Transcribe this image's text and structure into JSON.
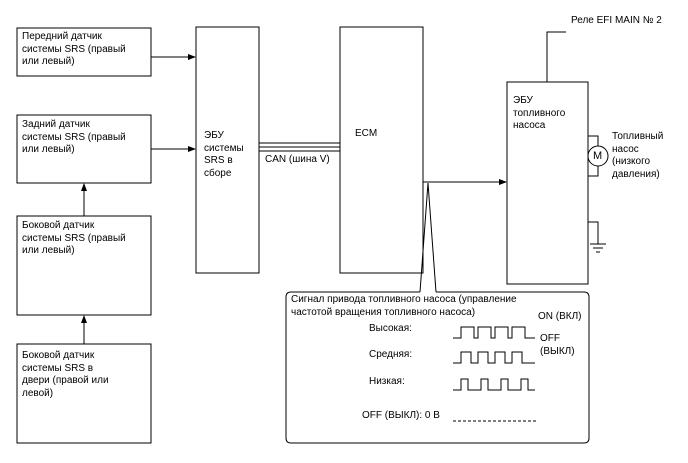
{
  "sensors": {
    "front": "Передний датчик\nсистемы SRS (правый\nили левый)",
    "rear": "Задний датчик\nсистемы SRS (правый\nили левый)",
    "side": "Боковой датчик\nсистемы SRS (правый\nили левый)",
    "door": "Боковой датчик\nсистемы SRS в\nдвери (правой или\nлевой)"
  },
  "srs_ecu": "ЭБУ\nсистемы\nSRS в\nсборе",
  "can_bus": "CAN (шина V)",
  "ecm": "ECM",
  "fuel_pump_ecu": "ЭБУ\nтопливного\nнасоса",
  "relay": "Реле EFI MAIN № 2",
  "fuel_pump": "Топливный\nнасос\n(низкого\nдавления)",
  "motor_symbol": "M",
  "signal": {
    "title": "Сигнал привода топливного насоса (управление\nчастотой вращения топливного насоса)",
    "high": "Высокая:",
    "medium": "Средняя:",
    "low": "Низкая:",
    "off": "OFF (ВЫКЛ): 0 В",
    "on_label": "ON (ВКЛ)",
    "off_label": "OFF\n(ВЫКЛ)"
  }
}
